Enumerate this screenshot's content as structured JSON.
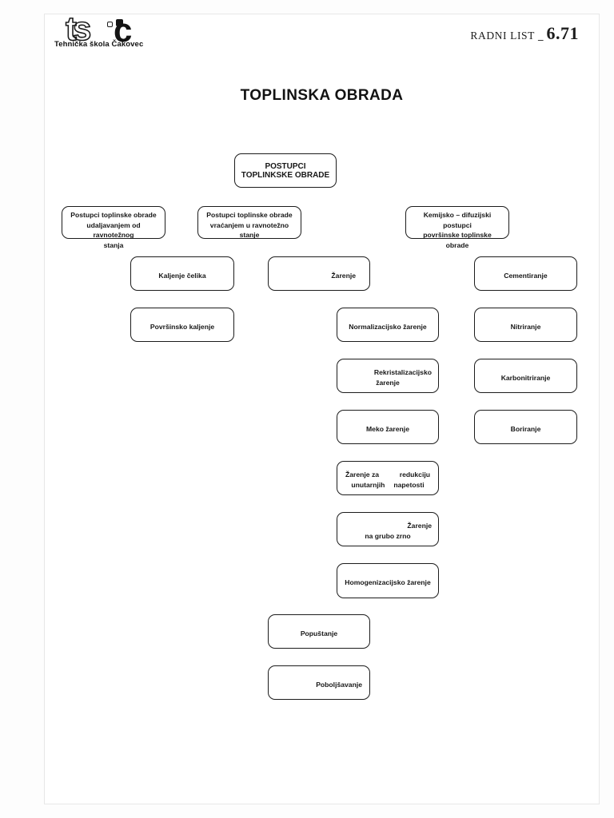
{
  "header": {
    "logo": {
      "wordmark_ts": "ts",
      "wordmark_c": "c",
      "caption": "Tehnička škola Čakovec"
    },
    "worksheet": {
      "label": "RADNI LIST",
      "separator": "_",
      "number": "6.71"
    }
  },
  "title": "TOPLINSKA OBRADA",
  "diagram": {
    "root": {
      "lines": [
        "POSTUPCI",
        "TOPLINKSKE OBRADE"
      ]
    },
    "categories": [
      {
        "lines": [
          "Postupci toplinske obrade",
          "udaljavanjem od ravnotežnog",
          "stanja"
        ]
      },
      {
        "lines": [
          "Postupci toplinske obrade",
          "vraćanjem u ravnotežno",
          "stanje"
        ]
      },
      {
        "lines": [
          "Kemijsko – difuzijski postupci",
          "površinske toplinske",
          "obrade"
        ]
      }
    ],
    "nodes": {
      "kaljenje_celika": "Kaljenje čelika",
      "povrsinsko_kaljenje": "Površinsko kaljenje",
      "zarenje": "Žarenje",
      "normalizacijsko": "Normalizacijsko žarenje",
      "rekristalizacijsko_l1": "Rekristalizacijsko",
      "rekristalizacijsko_l2": "žarenje",
      "meko": "Meko žarenje",
      "redukcija_l1a": "Žarenje za",
      "redukcija_l1b": "redukciju",
      "redukcija_l2a": "unutarnjih",
      "redukcija_l2b": "napetosti",
      "grubo_l1": "Žarenje",
      "grubo_l2": "na grubo zrno",
      "homogenizacijsko": "Homogenizacijsko žarenje",
      "popustanje": "Popuštanje",
      "poboljsavanje": "Poboljšavanje",
      "cementiranje": "Cementiranje",
      "nitriranje": "Nitriranje",
      "karbonitriranje": "Karbonitriranje",
      "boriranje": "Boriranje"
    }
  },
  "colors": {
    "text": "#171717",
    "box_border": "#1c1c1c",
    "page_border": "#e7e7e7",
    "page_background": "#ffffff"
  }
}
